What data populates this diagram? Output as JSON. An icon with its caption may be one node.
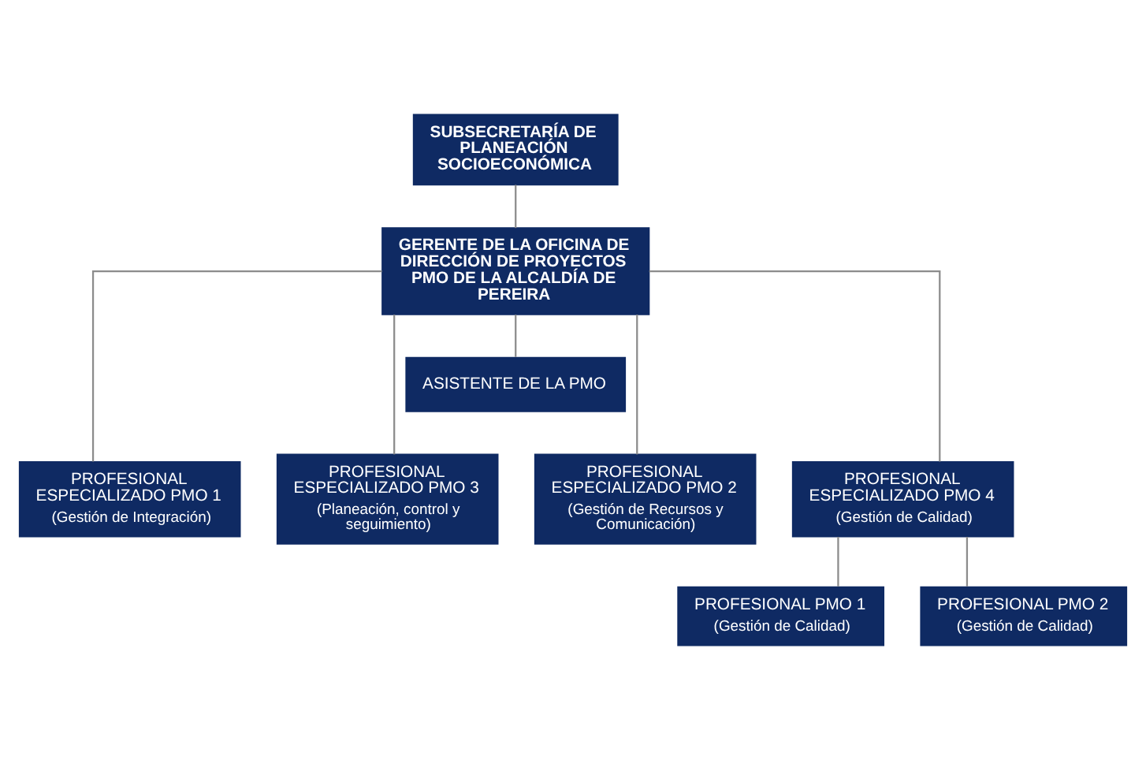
{
  "diagram": {
    "nodes": [
      {
        "text": [
          "SUBSECRETARÍA DE PLANEACIÓN SOCIOECONÓMICA"
        ]
      },
      {
        "text": [
          "GERENTE DE LA OFICINA DE DIRECCIÓN DE PROYECTOS PMO DE LA ALCALDÍA DE PEREIRA"
        ]
      },
      {
        "text": [
          "ASISTENTE DE LA PMO"
        ]
      },
      {
        "text": [
          "PROFESIONAL ESPECIALIZADO PMO 1",
          "(Gestión de Integración)"
        ]
      },
      {
        "text": [
          "PROFESIONAL ESPECIALIZADO PMO 3",
          "(Planeación, control y seguimiento)"
        ]
      },
      {
        "text": [
          "PROFESIONAL ESPECIALIZADO PMO 2",
          "(Gestión de Recursos y Comunicación)"
        ]
      },
      {
        "text": [
          "PROFESIONAL ESPECIALIZADO PMO 4",
          "(Gestión de Calidad)"
        ]
      },
      {
        "text": [
          "PROFESIONAL PMO 1",
          "(Gestión de Calidad)"
        ]
      },
      {
        "text": [
          "PROFESIONAL PMO 2",
          "(Gestión de Calidad)"
        ]
      }
    ],
    "edges": [
      {
        "from": 0,
        "to": 1,
        "arrow": "none"
      },
      {
        "from": 1,
        "to": 2,
        "arrow": "none"
      },
      {
        "from": 1,
        "to": 3,
        "arrow": "none"
      },
      {
        "from": 1,
        "to": 4,
        "arrow": "none"
      },
      {
        "from": 1,
        "to": 5,
        "arrow": "none"
      },
      {
        "from": 1,
        "to": 6,
        "arrow": "none"
      },
      {
        "from": 6,
        "to": 7,
        "arrow": "none"
      },
      {
        "from": 6,
        "to": 8,
        "arrow": "none"
      }
    ]
  }
}
